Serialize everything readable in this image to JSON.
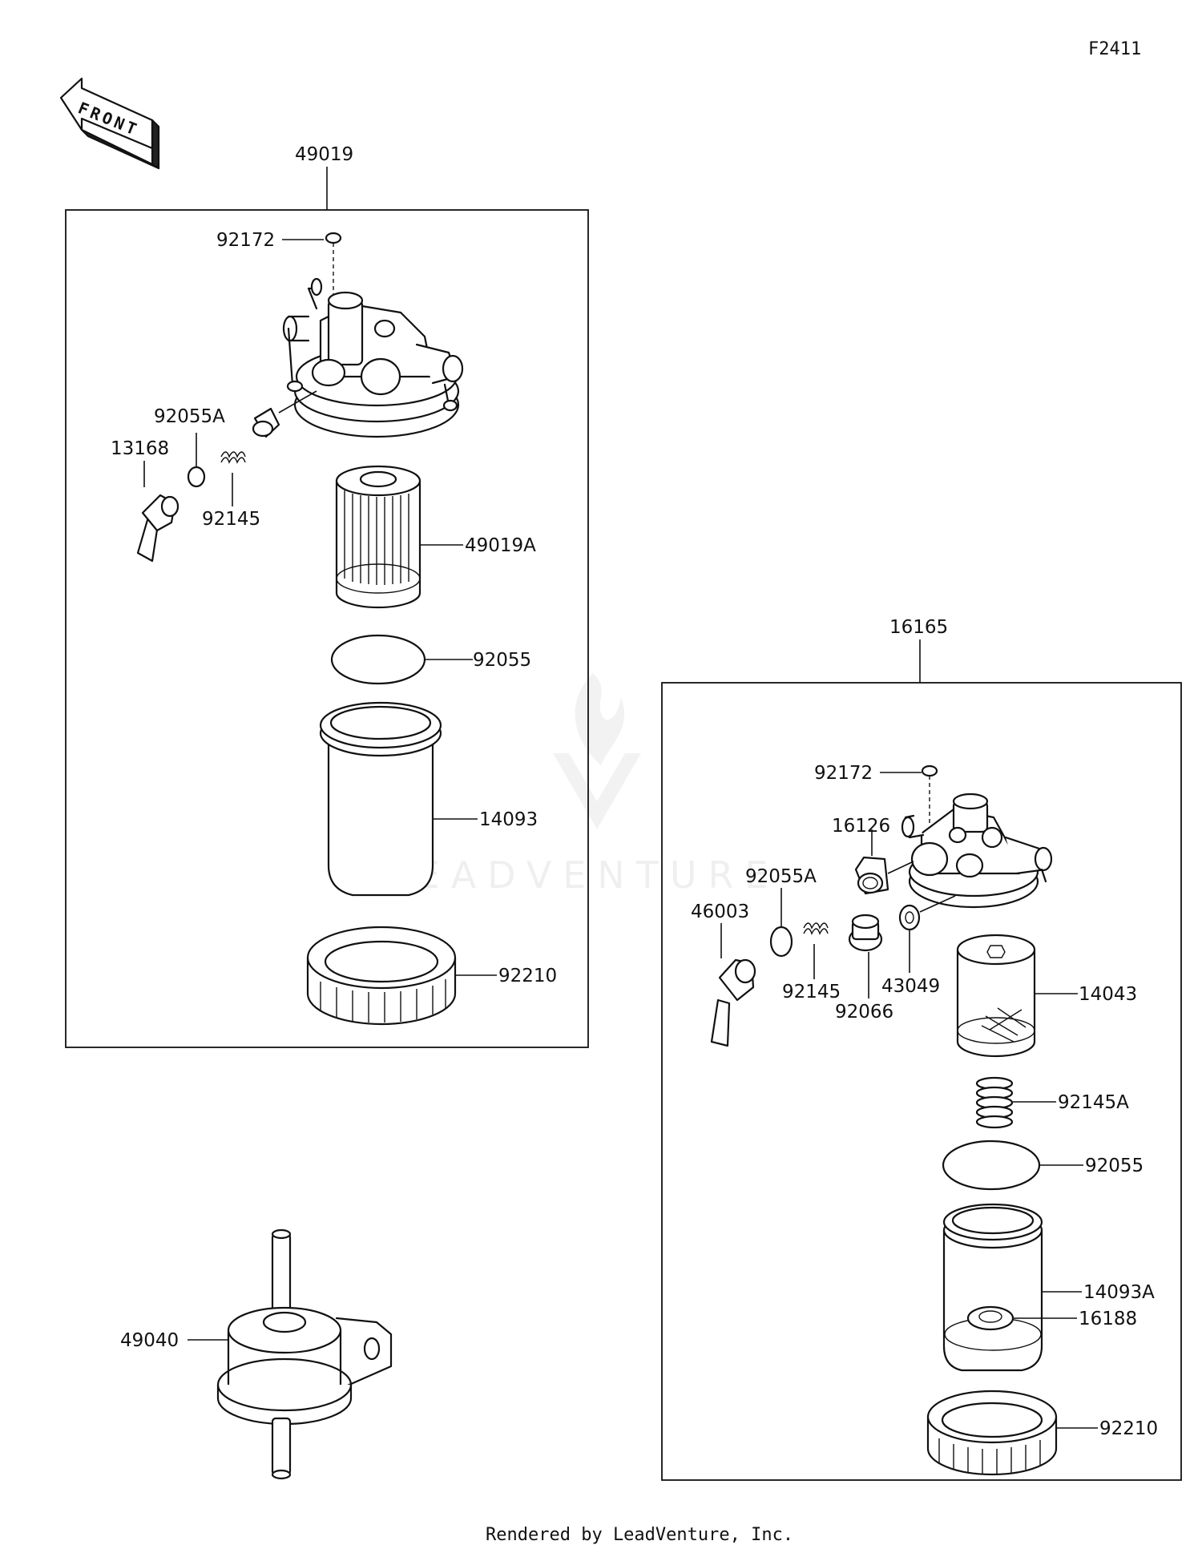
{
  "diagram_code": "F2411",
  "front_label": "FRONT",
  "watermark": "LEADVENTURE",
  "footer": "Rendered by LeadVenture, Inc.",
  "assembly_left": {
    "number": "49019",
    "labels": {
      "screw": "92172",
      "oring_small": "92055A",
      "lever": "13168",
      "spring": "92145",
      "element": "49019A",
      "oring": "92055",
      "bowl": "14093",
      "ring_nut": "92210"
    }
  },
  "assembly_right": {
    "number": "16165",
    "labels": {
      "screw": "92172",
      "cap": "16126",
      "oring_small": "92055A",
      "lever": "46003",
      "spring": "92145",
      "plug": "92066",
      "washer": "43049",
      "element": "14043",
      "spring_large": "92145A",
      "oring": "92055",
      "bowl": "14093A",
      "float": "16188",
      "ring_nut": "92210"
    }
  },
  "inline_filter": {
    "number": "49040"
  }
}
